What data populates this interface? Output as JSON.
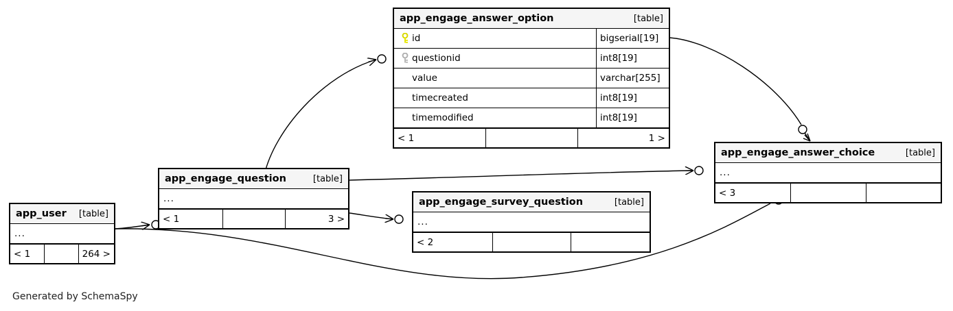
{
  "diagram": {
    "caption": "Generated by SchemaSpy",
    "kind_label": "[table]",
    "ellipsis": "...",
    "colors": {
      "border": "#000000",
      "header_bg": "#f5f5f5",
      "body_bg": "#ffffff",
      "primary_key_icon": "#e8e800",
      "foreign_key_icon": "#b0b0b0",
      "text": "#000000"
    }
  },
  "tables": {
    "answer_option": {
      "name": "app_engage_answer_option",
      "kind": "[table]",
      "columns": [
        {
          "key_icon": "primary-key-icon",
          "name": "id",
          "type": "bigserial[19]"
        },
        {
          "key_icon": "foreign-key-icon",
          "name": "questionid",
          "type": "int8[19]"
        },
        {
          "key_icon": "none",
          "name": "value",
          "type": "varchar[255]"
        },
        {
          "key_icon": "none",
          "name": "timecreated",
          "type": "int8[19]"
        },
        {
          "key_icon": "none",
          "name": "timemodified",
          "type": "int8[19]"
        }
      ],
      "footer": {
        "left": "< 1",
        "middle": "",
        "right": "1 >"
      }
    },
    "question": {
      "name": "app_engage_question",
      "kind": "[table]",
      "body": "...",
      "footer": {
        "left": "< 1",
        "middle": "",
        "right": "3 >"
      }
    },
    "survey_question": {
      "name": "app_engage_survey_question",
      "kind": "[table]",
      "body": "...",
      "footer": {
        "left": "< 2",
        "middle": "",
        "right": ""
      }
    },
    "answer_choice": {
      "name": "app_engage_answer_choice",
      "kind": "[table]",
      "body": "...",
      "footer": {
        "left": "< 3",
        "middle": "",
        "right": ""
      }
    },
    "app_user": {
      "name": "app_user",
      "kind": "[table]",
      "body": "...",
      "footer": {
        "left": "< 1",
        "middle": "",
        "right": "264 >"
      }
    }
  },
  "relationships": [
    {
      "id": "question-to-answer-option",
      "from": "app_engage_question",
      "to": "app_engage_answer_option.questionid"
    },
    {
      "id": "answer-option-to-answer-choice",
      "from": "app_engage_answer_option.id",
      "to": "app_engage_answer_choice"
    },
    {
      "id": "question-to-answer-choice",
      "from": "app_engage_question",
      "to": "app_engage_answer_choice"
    },
    {
      "id": "question-to-survey-question",
      "from": "app_engage_question",
      "to": "app_engage_survey_question"
    },
    {
      "id": "app-user-to-question",
      "from": "app_user",
      "to": "app_engage_question"
    },
    {
      "id": "app-user-to-answer-choice",
      "from": "app_user",
      "to": "app_engage_answer_choice"
    }
  ]
}
